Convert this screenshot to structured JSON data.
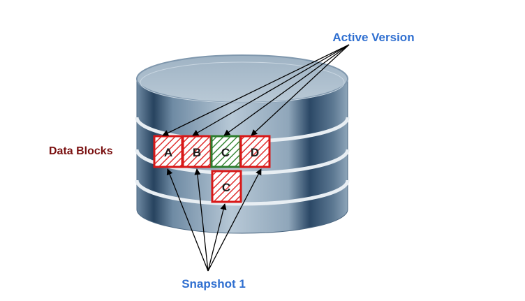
{
  "labels": {
    "data_blocks": "Data Blocks",
    "active_version": "Active Version",
    "snapshot": "Snapshot 1"
  },
  "blocks": [
    {
      "letter": "A",
      "state": "snapshot"
    },
    {
      "letter": "B",
      "state": "snapshot"
    },
    {
      "letter": "C",
      "state": "active-new"
    },
    {
      "letter": "D",
      "state": "snapshot"
    },
    {
      "letter": "C",
      "state": "snapshot-old"
    }
  ],
  "colors": {
    "data_blocks_label": "#7a1010",
    "callout_label": "#2f6fd0",
    "block_border_red": "#d81818",
    "block_hatch_red": "#e03030",
    "block_border_green": "#2e7d2e",
    "block_hatch_green": "#3a8a3a",
    "cylinder_body": "#a9bccb",
    "cylinder_dark": "#2c4a66"
  }
}
